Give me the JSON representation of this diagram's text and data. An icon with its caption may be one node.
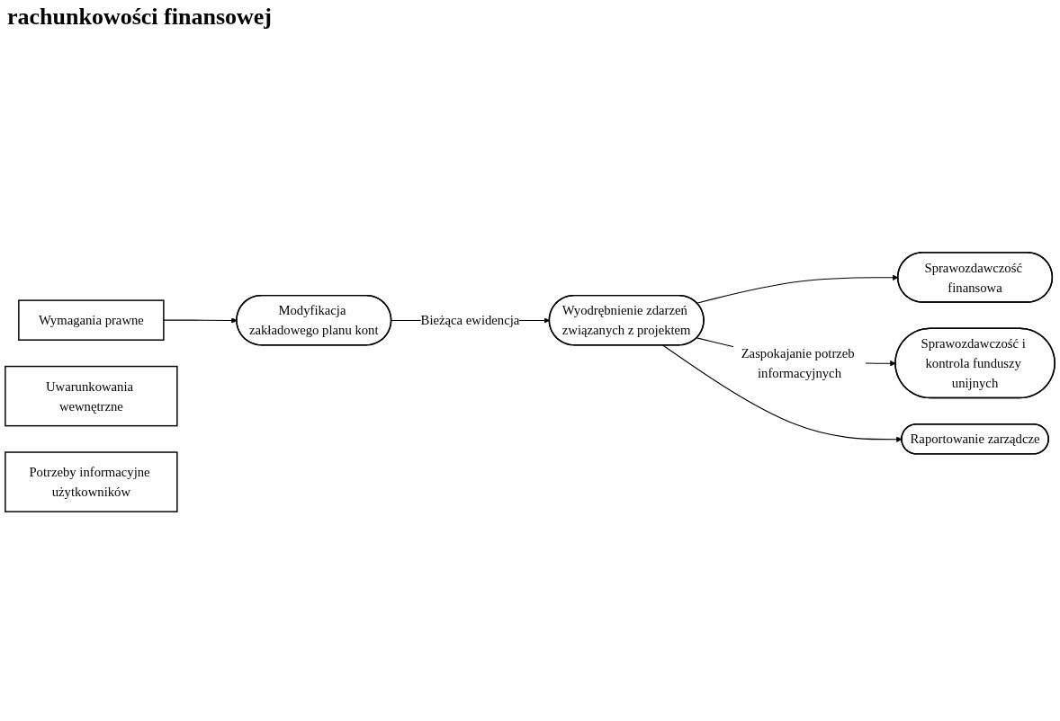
{
  "diagram": {
    "title": "rachunkowości finansowej",
    "nodes": [
      {
        "text": [
          "Modyfikacja zakładowego planu kont"
        ]
      },
      {
        "text": [
          "Wyodrębnienie zdarzeń związanych z projektem"
        ]
      },
      {
        "text": [
          "Sprawozdawczość finansowa"
        ]
      },
      {
        "text": [
          "Sprawozdawczość i kontrola funduszy unijnych"
        ]
      },
      {
        "text": [
          "Raportowanie zarządcze"
        ]
      },
      {
        "text": [
          "Wymagania prawne"
        ]
      },
      {
        "text": [
          "Uwarunkowania wewnętrzne"
        ]
      },
      {
        "text": [
          "Potrzeby informacyjne użytkowników"
        ]
      }
    ],
    "edges": [
      {
        "from": 5,
        "to": 0,
        "arrow": "to"
      },
      {
        "from": 0,
        "to": 1,
        "label": "Bieżąca ewidencja",
        "arrow": "to"
      },
      {
        "from": 1,
        "to": 2,
        "arrow": "to"
      },
      {
        "from": 1,
        "to": 3,
        "label": "Zaspokajanie potrzeb informacyjnych",
        "arrow": "to"
      },
      {
        "from": 1,
        "to": 4,
        "arrow": "to"
      }
    ]
  }
}
